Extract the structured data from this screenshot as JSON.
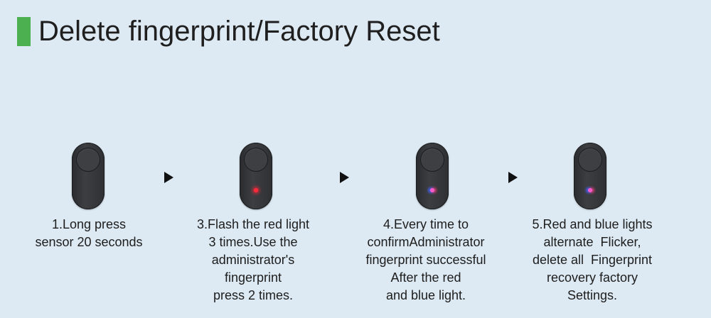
{
  "title": "Delete fingerprint/Factory Reset",
  "steps": [
    {
      "caption": "1.Long press\nsensor 20 seconds",
      "light": "none"
    },
    {
      "caption": "3.Flash the red light\n3 times.Use the\nadministrator's\nfingerprint\npress 2 times.",
      "light": "red"
    },
    {
      "caption": "4.Every time to\nconfirmAdministrator\nfingerprint successful\nAfter the red\nand blue light.",
      "light": "red-blue"
    },
    {
      "caption": "5.Red and blue lights\nalternate  Flicker,\ndelete all  Fingerprint\nrecovery factory\nSettings.",
      "light": "red-blue"
    }
  ],
  "colors": {
    "background": "#ddeaf3",
    "accent": "#4caf50",
    "red_light": "#ff2b3a",
    "blue_light": "#4664ff"
  }
}
